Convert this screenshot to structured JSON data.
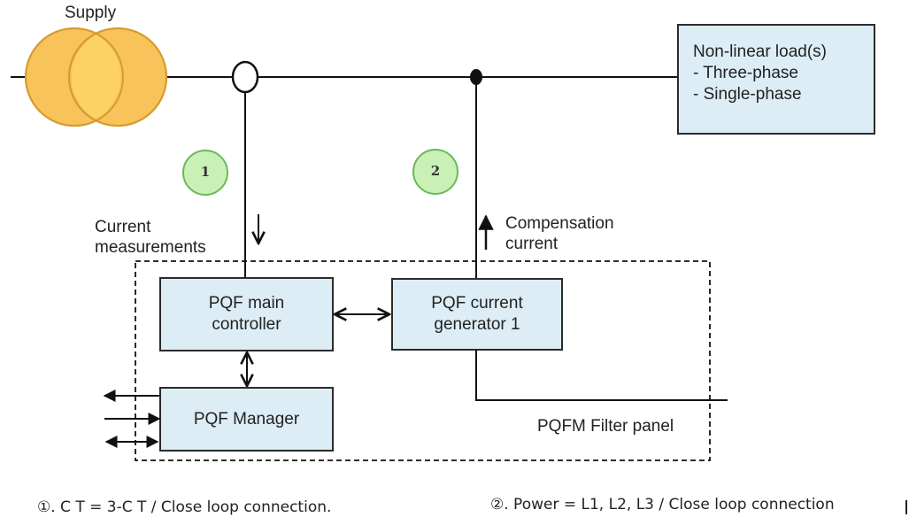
{
  "supply": {
    "label": "Supply"
  },
  "load": {
    "title": "Non-linear load(s)",
    "lines": [
      "- Three-phase",
      "- Single-phase"
    ]
  },
  "badges": [
    "1",
    "2"
  ],
  "labels": {
    "current_measurements": "Current\nmeasurements",
    "compensation_current": "Compensation\ncurrent",
    "panel": "PQFM Filter panel"
  },
  "blocks": {
    "main_controller": "PQF main\ncontroller",
    "current_generator": "PQF current\ngenerator 1",
    "manager": "PQF Manager"
  },
  "notes": {
    "ct": "①. C T = 3-C T / Close loop connection.",
    "power": "②. Power = L1, L2, L3 / Close loop connection"
  },
  "colors": {
    "supply_fill": "#f8c35a",
    "supply_overlap": "#fcd264",
    "supply_stroke": "#d79a2e",
    "badge_fill": "#c9f0b5",
    "badge_stroke": "#6bb85a",
    "box_fill": "#dcedf6"
  }
}
